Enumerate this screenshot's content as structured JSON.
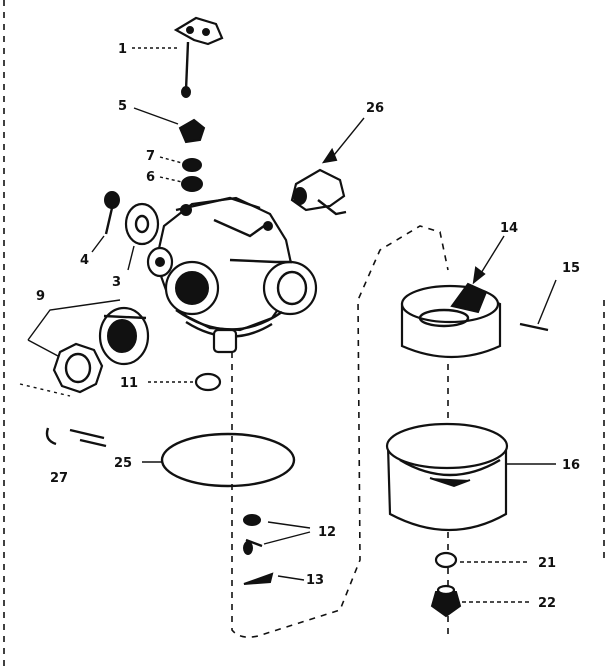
{
  "labels": {
    "p1": "1",
    "p3": "3",
    "p4": "4",
    "p5": "5",
    "p6": "6",
    "p7": "7",
    "p9": "9",
    "p11": "11",
    "p12": "12",
    "p13": "13",
    "p14": "14",
    "p15": "15",
    "p16": "16",
    "p21": "21",
    "p22": "22",
    "p25": "25",
    "p26": "26",
    "p27": "27"
  }
}
